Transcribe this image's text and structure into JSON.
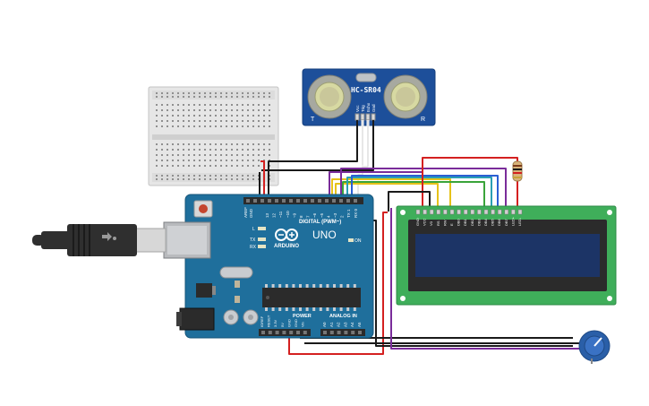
{
  "sensor": {
    "model": "HC-SR04",
    "left_mark": "T",
    "right_mark": "R",
    "pins": [
      "Vcc",
      "Trig",
      "Echo",
      "Gnd"
    ]
  },
  "arduino": {
    "brand": "ARDUINO",
    "model": "UNO",
    "digital_label": "DIGITAL (PWM~)",
    "power_label": "POWER",
    "analog_label": "ANALOG IN",
    "on_label": "ON",
    "led_l": "L",
    "led_tx": "TX",
    "led_rx": "RX",
    "aref_label": "AREF",
    "gnd_label": "GND",
    "digital_pins": [
      "13",
      "12",
      "~11",
      "~10",
      "~9",
      "8",
      "7",
      "~6",
      "~5",
      "4",
      "~3",
      "2",
      "TX 1",
      "RX 0"
    ],
    "power_pins": [
      "IOREF",
      "RESET",
      "3.3V",
      "5V",
      "GND",
      "GND",
      "Vin"
    ],
    "analog_pins": [
      "A0",
      "A1",
      "A2",
      "A3",
      "A4",
      "A5"
    ]
  },
  "lcd": {
    "pins": [
      "GND",
      "VCC",
      "V0",
      "RS",
      "RW",
      "E",
      "DB0",
      "DB1",
      "DB2",
      "DB3",
      "DB4",
      "DB5",
      "DB6",
      "DB7",
      "LED+",
      "LED-"
    ]
  },
  "colors": {
    "breadboard": "#e6e6e6",
    "arduino_board": "#1f6f9c",
    "sensor_board": "#1d4f9a",
    "lcd_pcb": "#3fae5a",
    "lcd_screen": "#1c3466",
    "wire_red": "#d42020",
    "wire_black": "#1a1a1a",
    "wire_purple": "#7a2c9a",
    "wire_yellow": "#e6c21a",
    "wire_green": "#3aa43a",
    "wire_teal": "#2a9fb4",
    "wire_blue": "#2a5fd4",
    "wire_orange": "#e07b1a",
    "wire_white": "#ffffff",
    "potentiometer": "#2a5fa8"
  },
  "icons": [
    "usb-cable-icon",
    "power-jack-icon",
    "resistor-icon",
    "potentiometer-icon",
    "arduino-logo-icon"
  ]
}
